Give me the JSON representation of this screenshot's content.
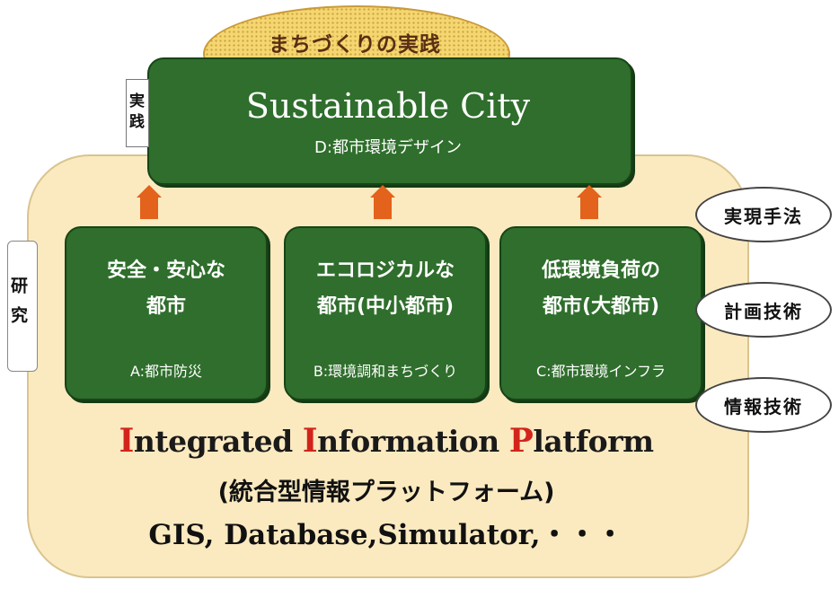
{
  "practice_oval": {
    "label": "まちづくりの実践"
  },
  "tags": {
    "practice": "実践",
    "research": "研究"
  },
  "city": {
    "title": "Sustainable City",
    "subtitle": "D:都市環境デザイン"
  },
  "cards": [
    {
      "title": "安全・安心な\n都市",
      "subtitle": "A:都市防災"
    },
    {
      "title": "エコロジカルな\n都市(中小都市)",
      "subtitle": "B:環境調和まちづくり"
    },
    {
      "title": "低環境負荷の\n都市(大都市)",
      "subtitle": "C:都市環境インフラ"
    }
  ],
  "methods": [
    "実現手法",
    "計画技術",
    "情報技術"
  ],
  "platform": {
    "word1_cap": "I",
    "word1_rest": "ntegrated ",
    "word2_cap": "I",
    "word2_rest": "nformation ",
    "word3_cap": "P",
    "word3_rest": "latform",
    "japanese": "(統合型情報プラットフォーム)",
    "tools": "GIS, Database,Simulator,・・・"
  },
  "colors": {
    "green": "#2f6e2c",
    "beige": "#fbeac0",
    "arrow": "#e3621c",
    "accent_red": "#d3241b",
    "oval_yellow": "#f5d670"
  }
}
